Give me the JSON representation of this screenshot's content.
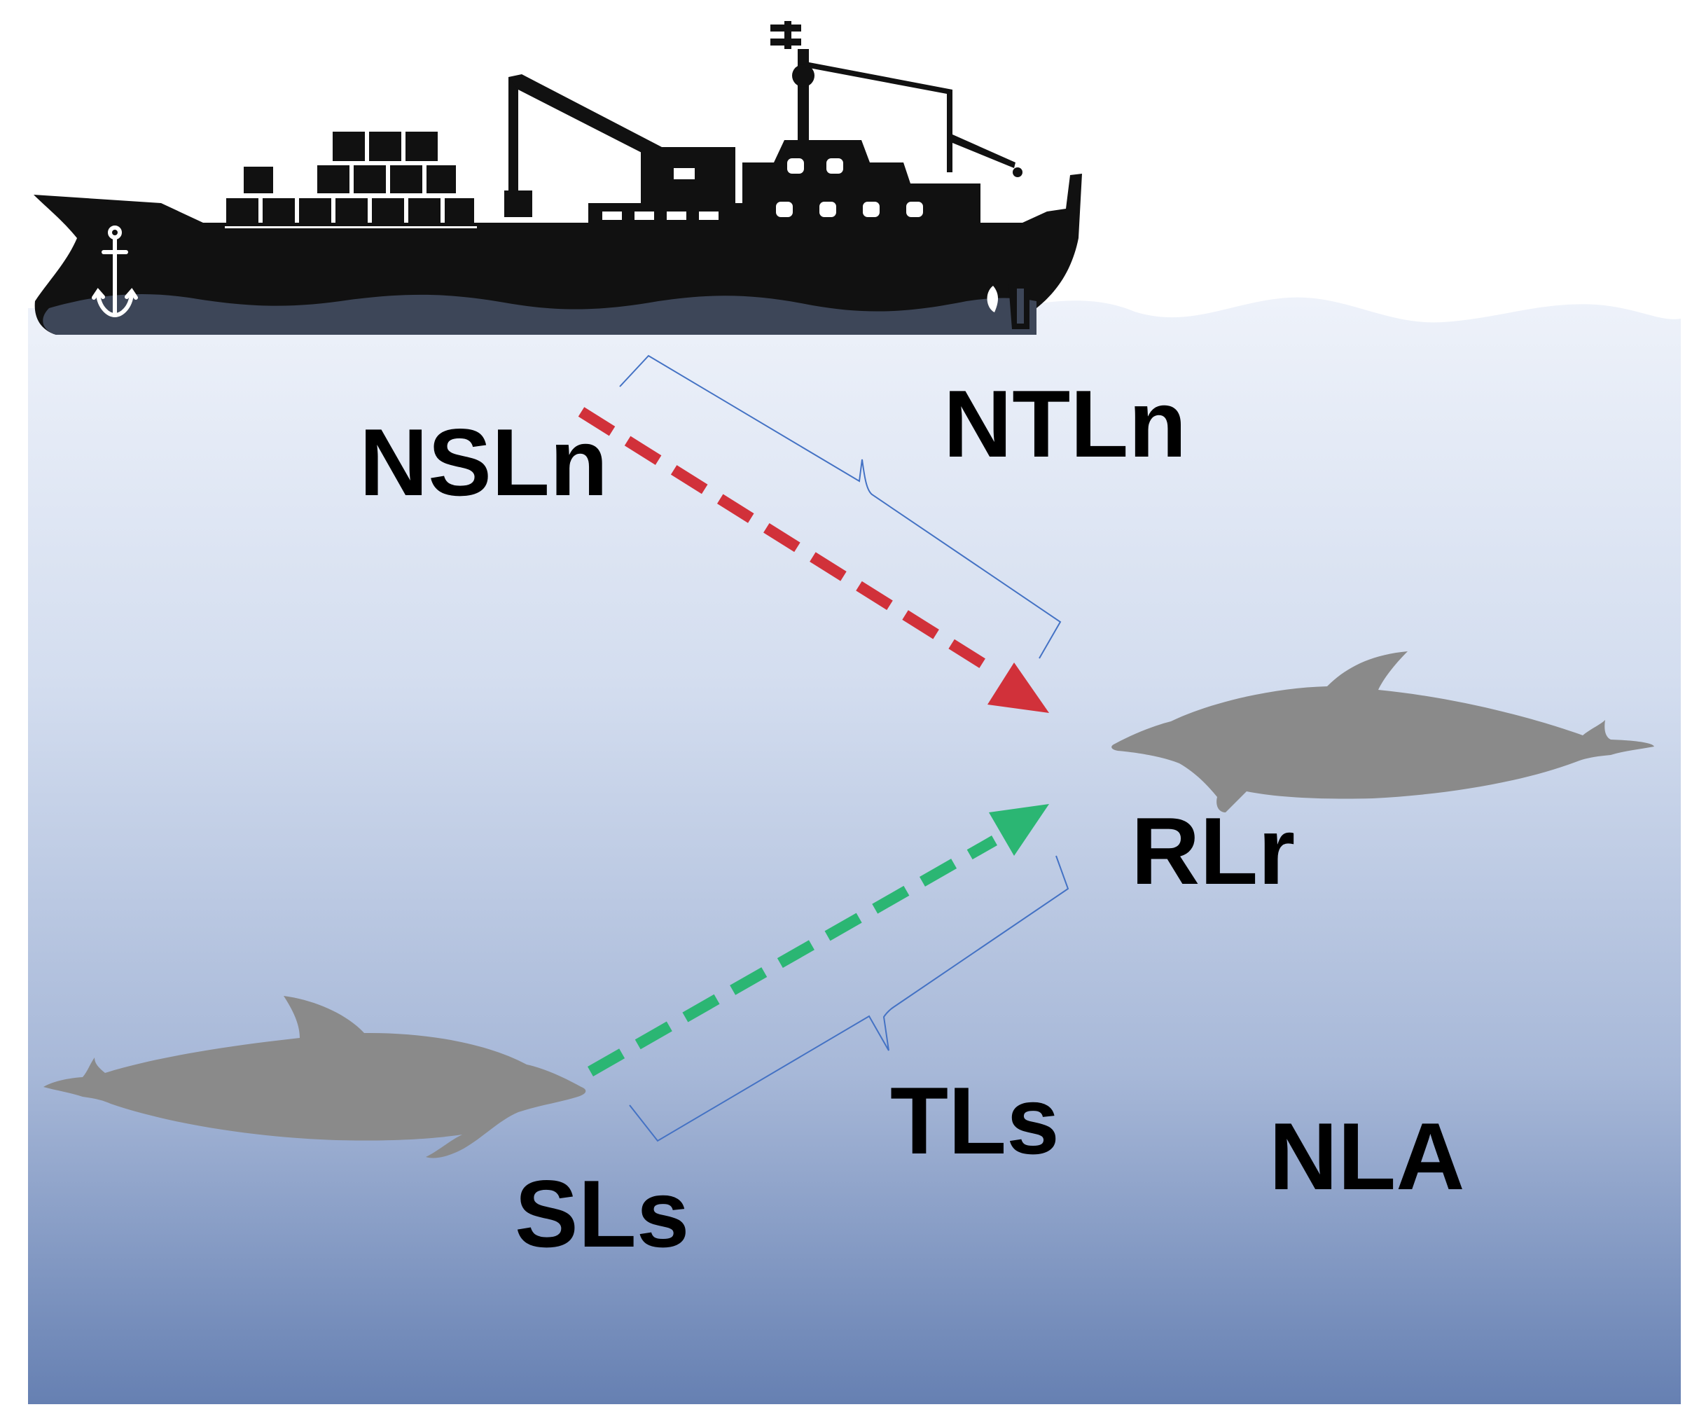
{
  "labels": {
    "nsln": "NSLn",
    "ntln": "NTLn",
    "rlr": "RLr",
    "sls": "SLs",
    "tls": "TLs",
    "nla": "NLA"
  },
  "colors": {
    "water_top": "#eef2fa",
    "water_bottom": "#6680b2",
    "ship": "#111111",
    "ship_waterline": "#3d4658",
    "dolphin": "#8a8a8a",
    "noise_arrow": "#d1313a",
    "signal_arrow": "#2bb673",
    "bracket": "#4472c4"
  },
  "icons": {
    "ship": "cargo-ship-icon",
    "anchor": "anchor-icon",
    "dolphin_receiver": "dolphin-icon",
    "dolphin_source": "dolphin-icon"
  }
}
